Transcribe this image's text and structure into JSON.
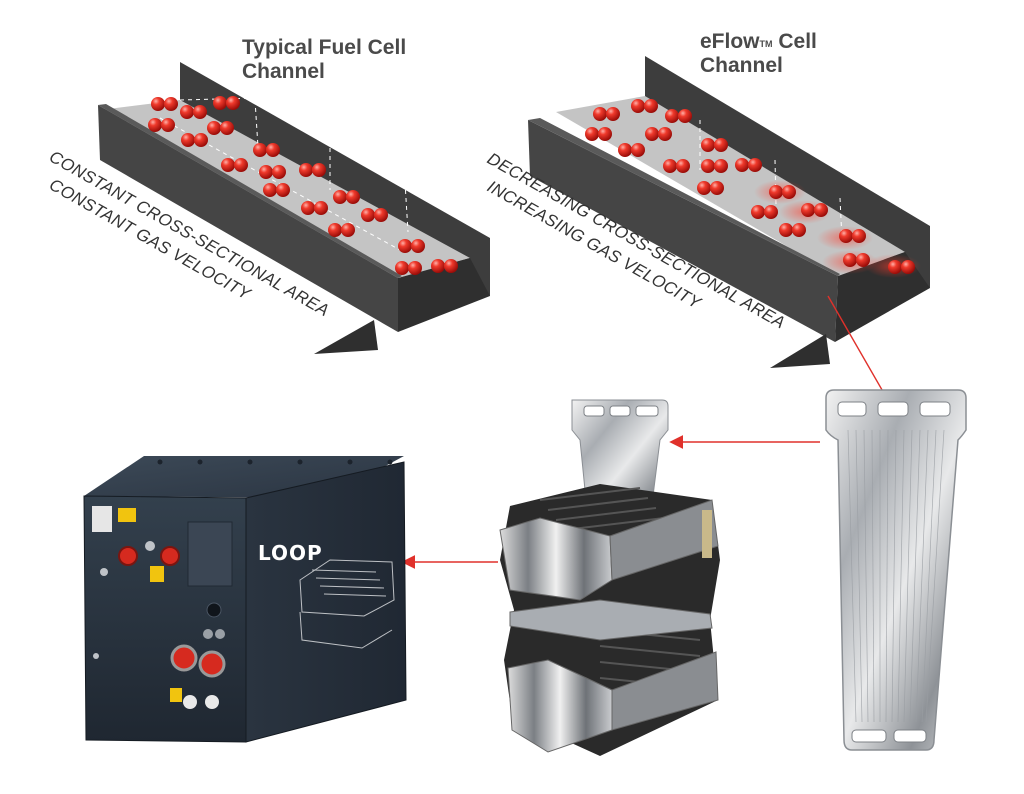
{
  "left_channel": {
    "title_line1": "Typical Fuel Cell",
    "title_line2": "Channel",
    "label_area": "CONSTANT CROSS-SECTIONAL AREA",
    "label_velocity": "CONSTANT GAS VELOCITY"
  },
  "right_channel": {
    "title_prefix": "eFlow",
    "title_tm": "TM",
    "title_suffix": "Cell",
    "title_line2": "Channel",
    "label_area": "DECREASING CROSS-SECTIONAL AREA",
    "label_velocity": "INCREASING GAS VELOCITY"
  },
  "product": {
    "logo": "LOOP"
  },
  "colors": {
    "arrow_red": "#e0312b",
    "channel_dark": "#3c3c3c",
    "channel_floor": "#bdbdbd",
    "molecule_red": "#e21b1b",
    "cabinet": "#2b3440"
  }
}
